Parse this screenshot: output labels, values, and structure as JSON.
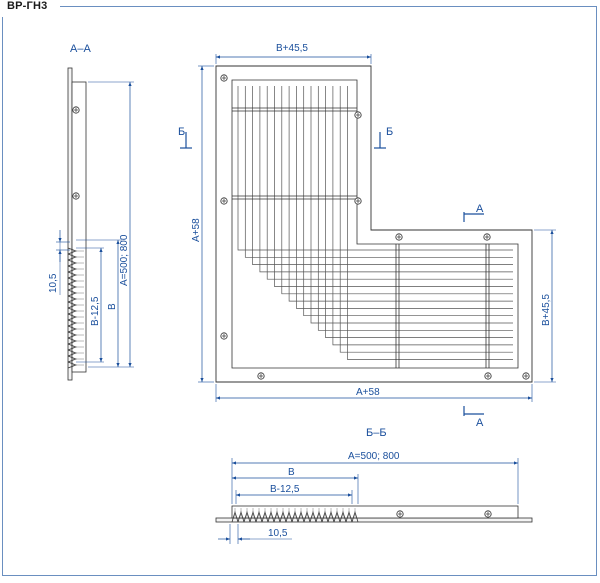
{
  "title": "ВР-ГН3",
  "views": {
    "section_a": "А–А",
    "section_b": "Б–Б"
  },
  "cut_marks": {
    "b_left": "Б",
    "b_right": "Б",
    "a_top": "A",
    "a_bottom": "A"
  },
  "dimensions": {
    "plan_top_width": "В+45,5",
    "plan_left_height": "A+58",
    "plan_right_height": "В+45,5",
    "plan_bottom_width": "A+58",
    "section_a_height": "A=500; 800",
    "section_a_b": "В",
    "section_a_b_minus": "В-12,5",
    "section_a_gap": "10,5",
    "section_b_total": "A=500; 800",
    "section_b_b": "В",
    "section_b_b_minus": "В-12,5",
    "section_b_gap": "10,5"
  },
  "colors": {
    "dimension": "#1a4f9c",
    "outline": "#333333",
    "frame_border": "#6a8fc0"
  }
}
